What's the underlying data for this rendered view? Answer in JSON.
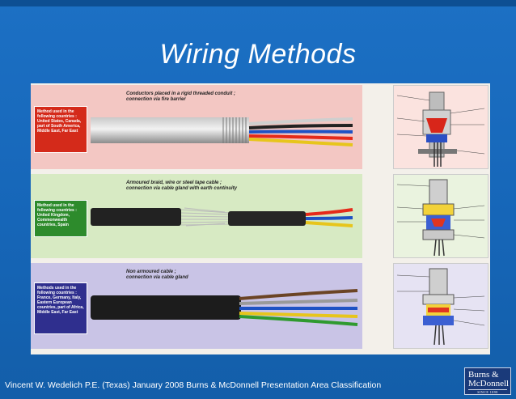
{
  "slide": {
    "title": "Wiring Methods",
    "footer": "Vincent W. Wedelich P.E. (Texas) January 2008 Burns & McDonnell Presentation Area Classification"
  },
  "logo": {
    "line1": "Burns &",
    "line2": "McDonnell",
    "line3": "SINCE 1898"
  },
  "figure": {
    "rows": [
      {
        "caption": "Conductors placed in a rigid threaded conduit ;\nconnection via fire barrier",
        "tag": "Method used in the following countries : United States, Canada, part of South America, Middle East, Far East"
      },
      {
        "caption": "Armoured braid, wire or steel tape cable ;\nconnection via cable gland with earth continuity",
        "tag": "Method used in the following countries : United Kingdom, Commonwealth countries, Spain"
      },
      {
        "caption": "Non armoured cable ;\nconnection via cable gland",
        "tag": "Methods used in the following countries : France, Germany, Italy, Eastern European countries, part of Africa, Middle East, Far East"
      }
    ]
  },
  "colors": {
    "slide_blue": "#1666b8",
    "red_tag": "#d42a1a",
    "green_tag": "#2d8b2c",
    "navy_tag": "#2f2f8e"
  }
}
